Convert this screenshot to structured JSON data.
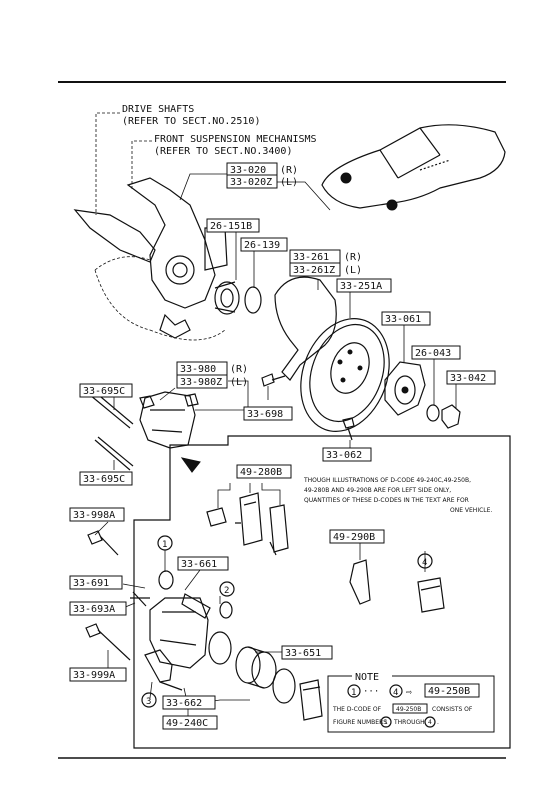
{
  "references": {
    "drive_shafts": "DRIVE SHAFTS",
    "drive_shafts_ref": "(REFER TO SECT.NO.2510)",
    "front_suspension": "FRONT SUSPENSION MECHANISMS",
    "front_suspension_ref": "(REFER TO SECT.NO.3400)"
  },
  "parts": {
    "p33_020": "33-020",
    "p33_020_side": "(R)",
    "p33_020z": "33-020Z",
    "p33_020z_side": "(L)",
    "p26_151b": "26-151B",
    "p26_139": "26-139",
    "p33_261": "33-261",
    "p33_261_side": "(R)",
    "p33_261z": "33-261Z",
    "p33_261z_side": "(L)",
    "p33_251a": "33-251A",
    "p33_061": "33-061",
    "p26_043": "26-043",
    "p33_042": "33-042",
    "p33_980": "33-980",
    "p33_980_side": "(R)",
    "p33_980z": "33-980Z",
    "p33_980z_side": "(L)",
    "p33_698": "33-698",
    "p33_062": "33-062",
    "p33_695c_top": "33-695C",
    "p33_695c_bottom": "33-695C",
    "p49_280b": "49-280B",
    "p33_998a": "33-998A",
    "p49_290b": "49-290B",
    "p33_661": "33-661",
    "p33_691": "33-691",
    "p33_693a": "33-693A",
    "p33_651": "33-651",
    "p33_999a": "33-999A",
    "p33_662": "33-662",
    "p49_240c": "49-240C"
  },
  "callouts": {
    "c1": "1",
    "c2": "2",
    "c3": "3",
    "c4": "4"
  },
  "d_code_note": {
    "line1": "THOUGH ILLUSTRATIONS OF D-CODE 49-240C,49-250B,",
    "line2": "49-280B AND 49-290B ARE FOR LEFT SIDE ONLY,",
    "line3": "QUANTITIES OF THESE D-CODES IN THE TEXT ARE FOR",
    "line4": "ONE VEHICLE."
  },
  "note_box": {
    "title": "NOTE",
    "range_from": "1",
    "ellipsis": "···",
    "range_to": "4",
    "arrow": "⇨",
    "code": "49-250B",
    "text_the": "THE D-CODE OF",
    "text_code": "49-250B",
    "text_consists": "CONSISTS OF",
    "text_figure": "FIGURE NUMBERS",
    "text_n1": "1",
    "text_through": "THROUGH",
    "text_n4": "4",
    "text_end": "."
  }
}
